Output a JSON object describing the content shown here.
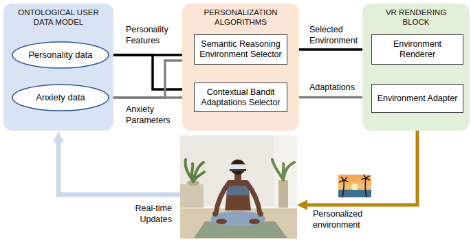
{
  "diagram": {
    "nodes": [
      {
        "text": [
          "ONTOLOGICAL USER DATA MODEL"
        ]
      },
      {
        "text": [
          "Personality data"
        ],
        "in": 0
      },
      {
        "text": [
          "Anxiety data"
        ],
        "in": 0
      },
      {
        "text": [
          "PERSONALIZATION ALGORITHMS"
        ]
      },
      {
        "text": [
          "Semantic Reasoning Environment Selector"
        ],
        "in": 3
      },
      {
        "text": [
          "Contextual Bandit Adaptations Selector"
        ],
        "in": 3
      },
      {
        "text": [
          "VR RENDERING BLOCK"
        ]
      },
      {
        "text": [
          "Environment Renderer"
        ],
        "in": 6
      },
      {
        "text": [
          "Environment Adapter"
        ],
        "in": 6
      }
    ],
    "edges": [
      {
        "from": 1,
        "to": 4,
        "arrow": "to",
        "label": "Personality Features"
      },
      {
        "from": 1,
        "to": 5,
        "arrow": "to"
      },
      {
        "from": 2,
        "to": 4,
        "arrow": "to"
      },
      {
        "from": 2,
        "to": 5,
        "arrow": "to",
        "label": "Anxiety Parameters"
      },
      {
        "from": 4,
        "to": 5,
        "arrow": "to"
      },
      {
        "from": 4,
        "to": 7,
        "arrow": "to",
        "label": "Selected Environment"
      },
      {
        "from": 5,
        "to": 8,
        "arrow": "to",
        "label": "Adaptations"
      },
      {
        "from": 7,
        "to": 8,
        "arrow": "to"
      }
    ],
    "labels": [
      "Real-time Updates",
      "Personalized environment"
    ]
  }
}
